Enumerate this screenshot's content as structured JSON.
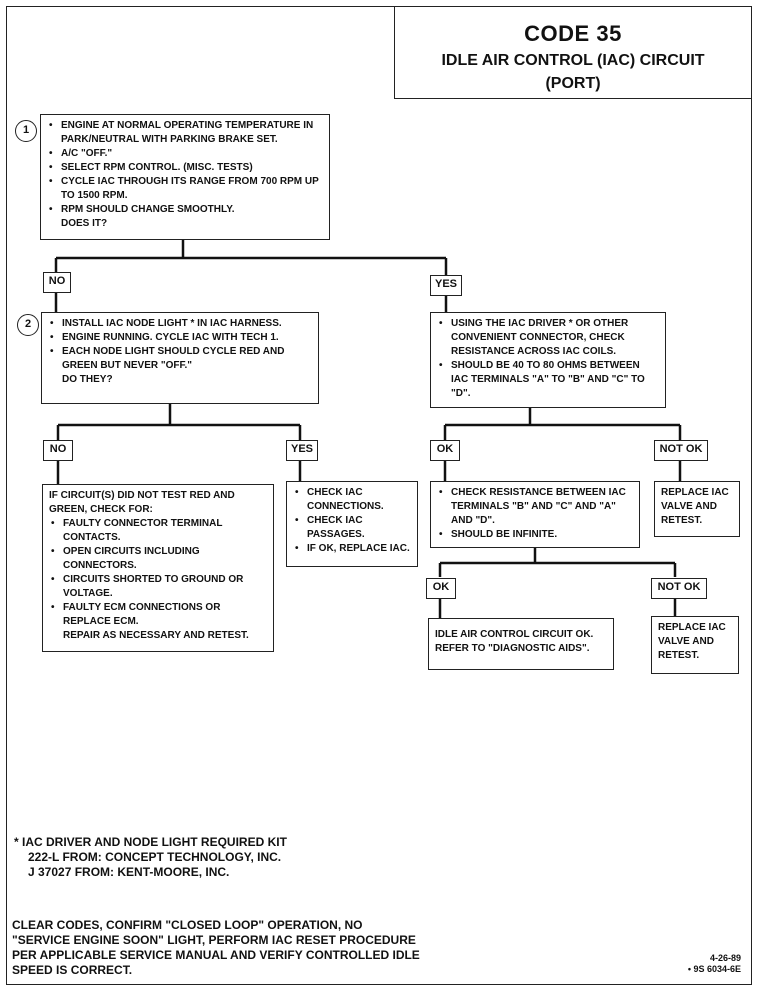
{
  "title": {
    "code": "CODE 35",
    "line1": "IDLE AIR CONTROL (IAC) CIRCUIT",
    "line2": "(PORT)"
  },
  "step1": {
    "number": "1",
    "bullets": [
      "ENGINE AT NORMAL OPERATING TEMPERATURE IN PARK/NEUTRAL WITH PARKING BRAKE SET.",
      "A/C \"OFF.\"",
      "SELECT RPM CONTROL. (MISC. TESTS)",
      "CYCLE IAC THROUGH ITS RANGE FROM 700 RPM UP TO 1500 RPM.",
      "RPM SHOULD CHANGE SMOOTHLY."
    ],
    "question": "DOES IT?"
  },
  "step2": {
    "number": "2",
    "bullets": [
      "INSTALL IAC NODE LIGHT * IN IAC HARNESS.",
      "ENGINE RUNNING. CYCLE IAC WITH TECH 1.",
      "EACH NODE LIGHT SHOULD CYCLE RED AND GREEN BUT NEVER \"OFF.\""
    ],
    "question": "DO THEY?"
  },
  "labels": {
    "no1": "NO",
    "yes1": "YES",
    "no2": "NO",
    "yes2": "YES",
    "ok1": "OK",
    "notok1": "NOT OK",
    "ok2": "OK",
    "notok2": "NOT OK"
  },
  "driver_box": {
    "bullets": [
      "USING THE IAC DRIVER * OR OTHER CONVENIENT CONNECTOR, CHECK RESISTANCE ACROSS IAC COILS.",
      "SHOULD BE 40 TO 80 OHMS BETWEEN IAC TERMINALS \"A\" TO \"B\" AND \"C\" TO \"D\"."
    ]
  },
  "circuit_box": {
    "intro": "IF CIRCUIT(S) DID NOT TEST RED AND GREEN, CHECK FOR:",
    "bullets": [
      "FAULTY CONNECTOR TERMINAL CONTACTS.",
      "OPEN CIRCUITS INCLUDING CONNECTORS.",
      "CIRCUITS SHORTED TO GROUND OR VOLTAGE.",
      "FAULTY ECM CONNECTIONS OR REPLACE ECM."
    ],
    "closing": "REPAIR AS NECESSARY AND RETEST."
  },
  "check_iac_box": {
    "bullets": [
      "CHECK IAC CONNECTIONS.",
      "CHECK IAC PASSAGES.",
      "IF OK, REPLACE IAC."
    ]
  },
  "resistance_box": {
    "bullets": [
      "CHECK RESISTANCE BETWEEN IAC TERMINALS \"B\" AND \"C\" AND \"A\" AND \"D\".",
      "SHOULD BE INFINITE."
    ]
  },
  "replace_box_1": "REPLACE IAC VALVE AND RETEST.",
  "replace_box_2": "REPLACE IAC VALVE AND RETEST.",
  "ok_box": "IDLE AIR CONTROL CIRCUIT OK. REFER TO \"DIAGNOSTIC AIDS\".",
  "footnote": {
    "line1": "* IAC DRIVER AND NODE LIGHT REQUIRED KIT",
    "line2": "222-L FROM: CONCEPT TECHNOLOGY, INC.",
    "line3": "J 37027 FROM: KENT-MOORE, INC."
  },
  "clear_codes": {
    "line1": "CLEAR CODES, CONFIRM \"CLOSED LOOP\" OPERATION, NO",
    "line2": "\"SERVICE ENGINE SOON\" LIGHT, PERFORM IAC RESET PROCEDURE",
    "line3": "PER APPLICABLE SERVICE MANUAL AND VERIFY CONTROLLED IDLE",
    "line4": "SPEED IS CORRECT."
  },
  "doc_ref": {
    "date": "4-26-89",
    "number": "• 9S 6034-6E"
  }
}
